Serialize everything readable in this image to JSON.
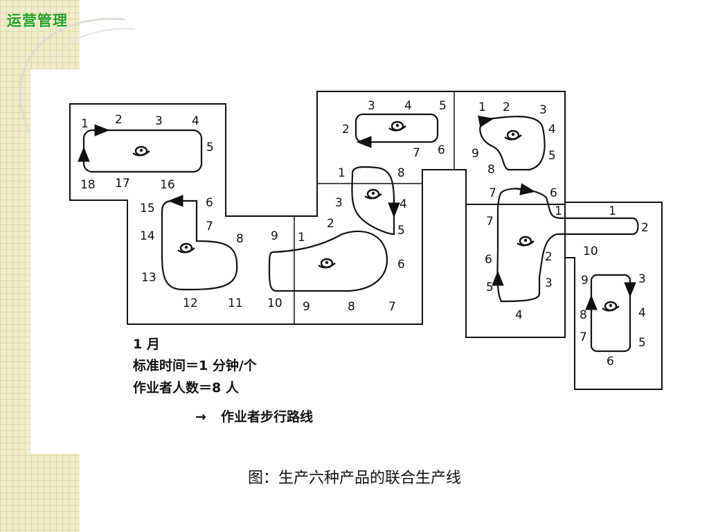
{
  "header": {
    "title": "运营管理"
  },
  "legend": {
    "month": "1 月",
    "standard_time": "标准时间＝1 分钟/个",
    "workers": "作业者人数＝8 人",
    "path_marker": "→",
    "path_label": "作业者步行路线"
  },
  "caption": "图：生产六种产品的联合生产线",
  "stations": {
    "cell_a": [
      "1",
      "2",
      "3",
      "4",
      "5",
      "16",
      "17",
      "18"
    ],
    "cell_b": [
      "6",
      "7",
      "8",
      "9",
      "10",
      "11",
      "12",
      "13",
      "14",
      "15"
    ],
    "cell_c": [
      "1",
      "2",
      "3",
      "4",
      "5",
      "6",
      "7",
      "8",
      "9"
    ],
    "cell_d": [
      "2",
      "3",
      "4",
      "5",
      "6",
      "7"
    ],
    "cell_e": [
      "1",
      "8",
      "3",
      "4",
      "5"
    ],
    "cell_f": [
      "1",
      "2",
      "3",
      "4",
      "5",
      "9",
      "8"
    ],
    "cell_g": [
      "7",
      "6",
      "1",
      "1",
      "2",
      "7",
      "6",
      "5",
      "4",
      "3",
      "2",
      "10"
    ],
    "cell_h": [
      "9",
      "3",
      "8",
      "4",
      "7",
      "5",
      "6"
    ]
  },
  "colors": {
    "line": "#111111",
    "brand": "#23a021",
    "sidebar": "#f1ecc9"
  },
  "icons": {
    "worker": "worker-icon"
  }
}
